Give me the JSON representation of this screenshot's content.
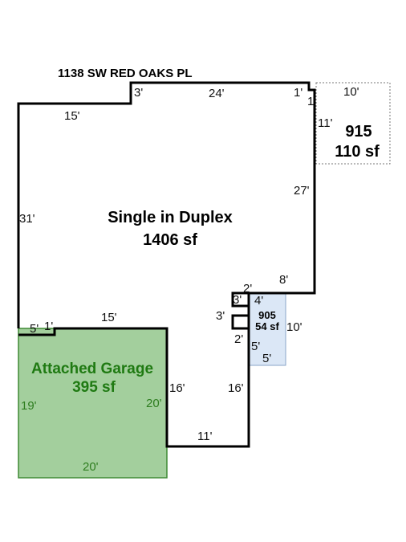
{
  "address": "1138 SW RED OAKS PL",
  "main_area": {
    "label": "Single in Duplex",
    "area": "1406 sf"
  },
  "garage": {
    "label": "Attached Garage",
    "area": "395 sf"
  },
  "room_915": {
    "label": "915",
    "area": "110 sf"
  },
  "room_905": {
    "label": "905",
    "area": "54 sf"
  },
  "dimensions": {
    "top_left_width": "15'",
    "notch_3": "3'",
    "top_width": "24'",
    "top_right_1": "1'",
    "step_1": "1",
    "room915_width": "10'",
    "room915_height": "11'",
    "left_height": "31'",
    "right_height": "27'",
    "right_8": "8'",
    "notch_2_upper": "2'",
    "notch_3_left": "3'",
    "notch_3_mid": "3'",
    "room905_4": "4'",
    "room905_10": "10'",
    "notch_2_lower": "2'",
    "room905_5_left": "5'",
    "room905_5_bottom": "5'",
    "left_5": "5'",
    "left_1": "1'",
    "garage_top_15": "15'",
    "inner_16": "16'",
    "right_16": "16'",
    "bottom_11": "11'",
    "garage_19": "19'",
    "garage_20_right": "20'",
    "garage_20_bottom": "20'"
  },
  "colors": {
    "outline": "#000000",
    "garage_fill": "#a3cf9d",
    "garage_stroke": "#3f8a35",
    "room905_fill": "#dbe7f6",
    "room905_stroke": "#8aa6c8",
    "room915_border": "#777777"
  }
}
